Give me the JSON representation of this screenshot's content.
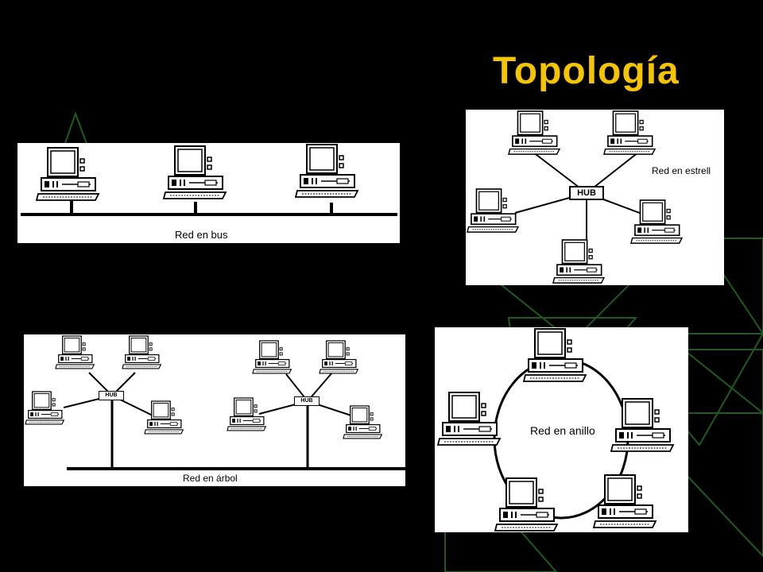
{
  "slide": {
    "title": "Topología",
    "title_color": "#f5c400",
    "background_color": "#000000",
    "decoration_color": "#1f5a1f"
  },
  "diagrams": {
    "bus": {
      "label": "Red en bus"
    },
    "star": {
      "label": "Red en estrell",
      "hub_label": "HUB"
    },
    "tree": {
      "label": "Red en árbol",
      "hub_left_label": "HUB",
      "hub_right_label": "HUB"
    },
    "ring": {
      "label": "Red en anillo"
    }
  }
}
